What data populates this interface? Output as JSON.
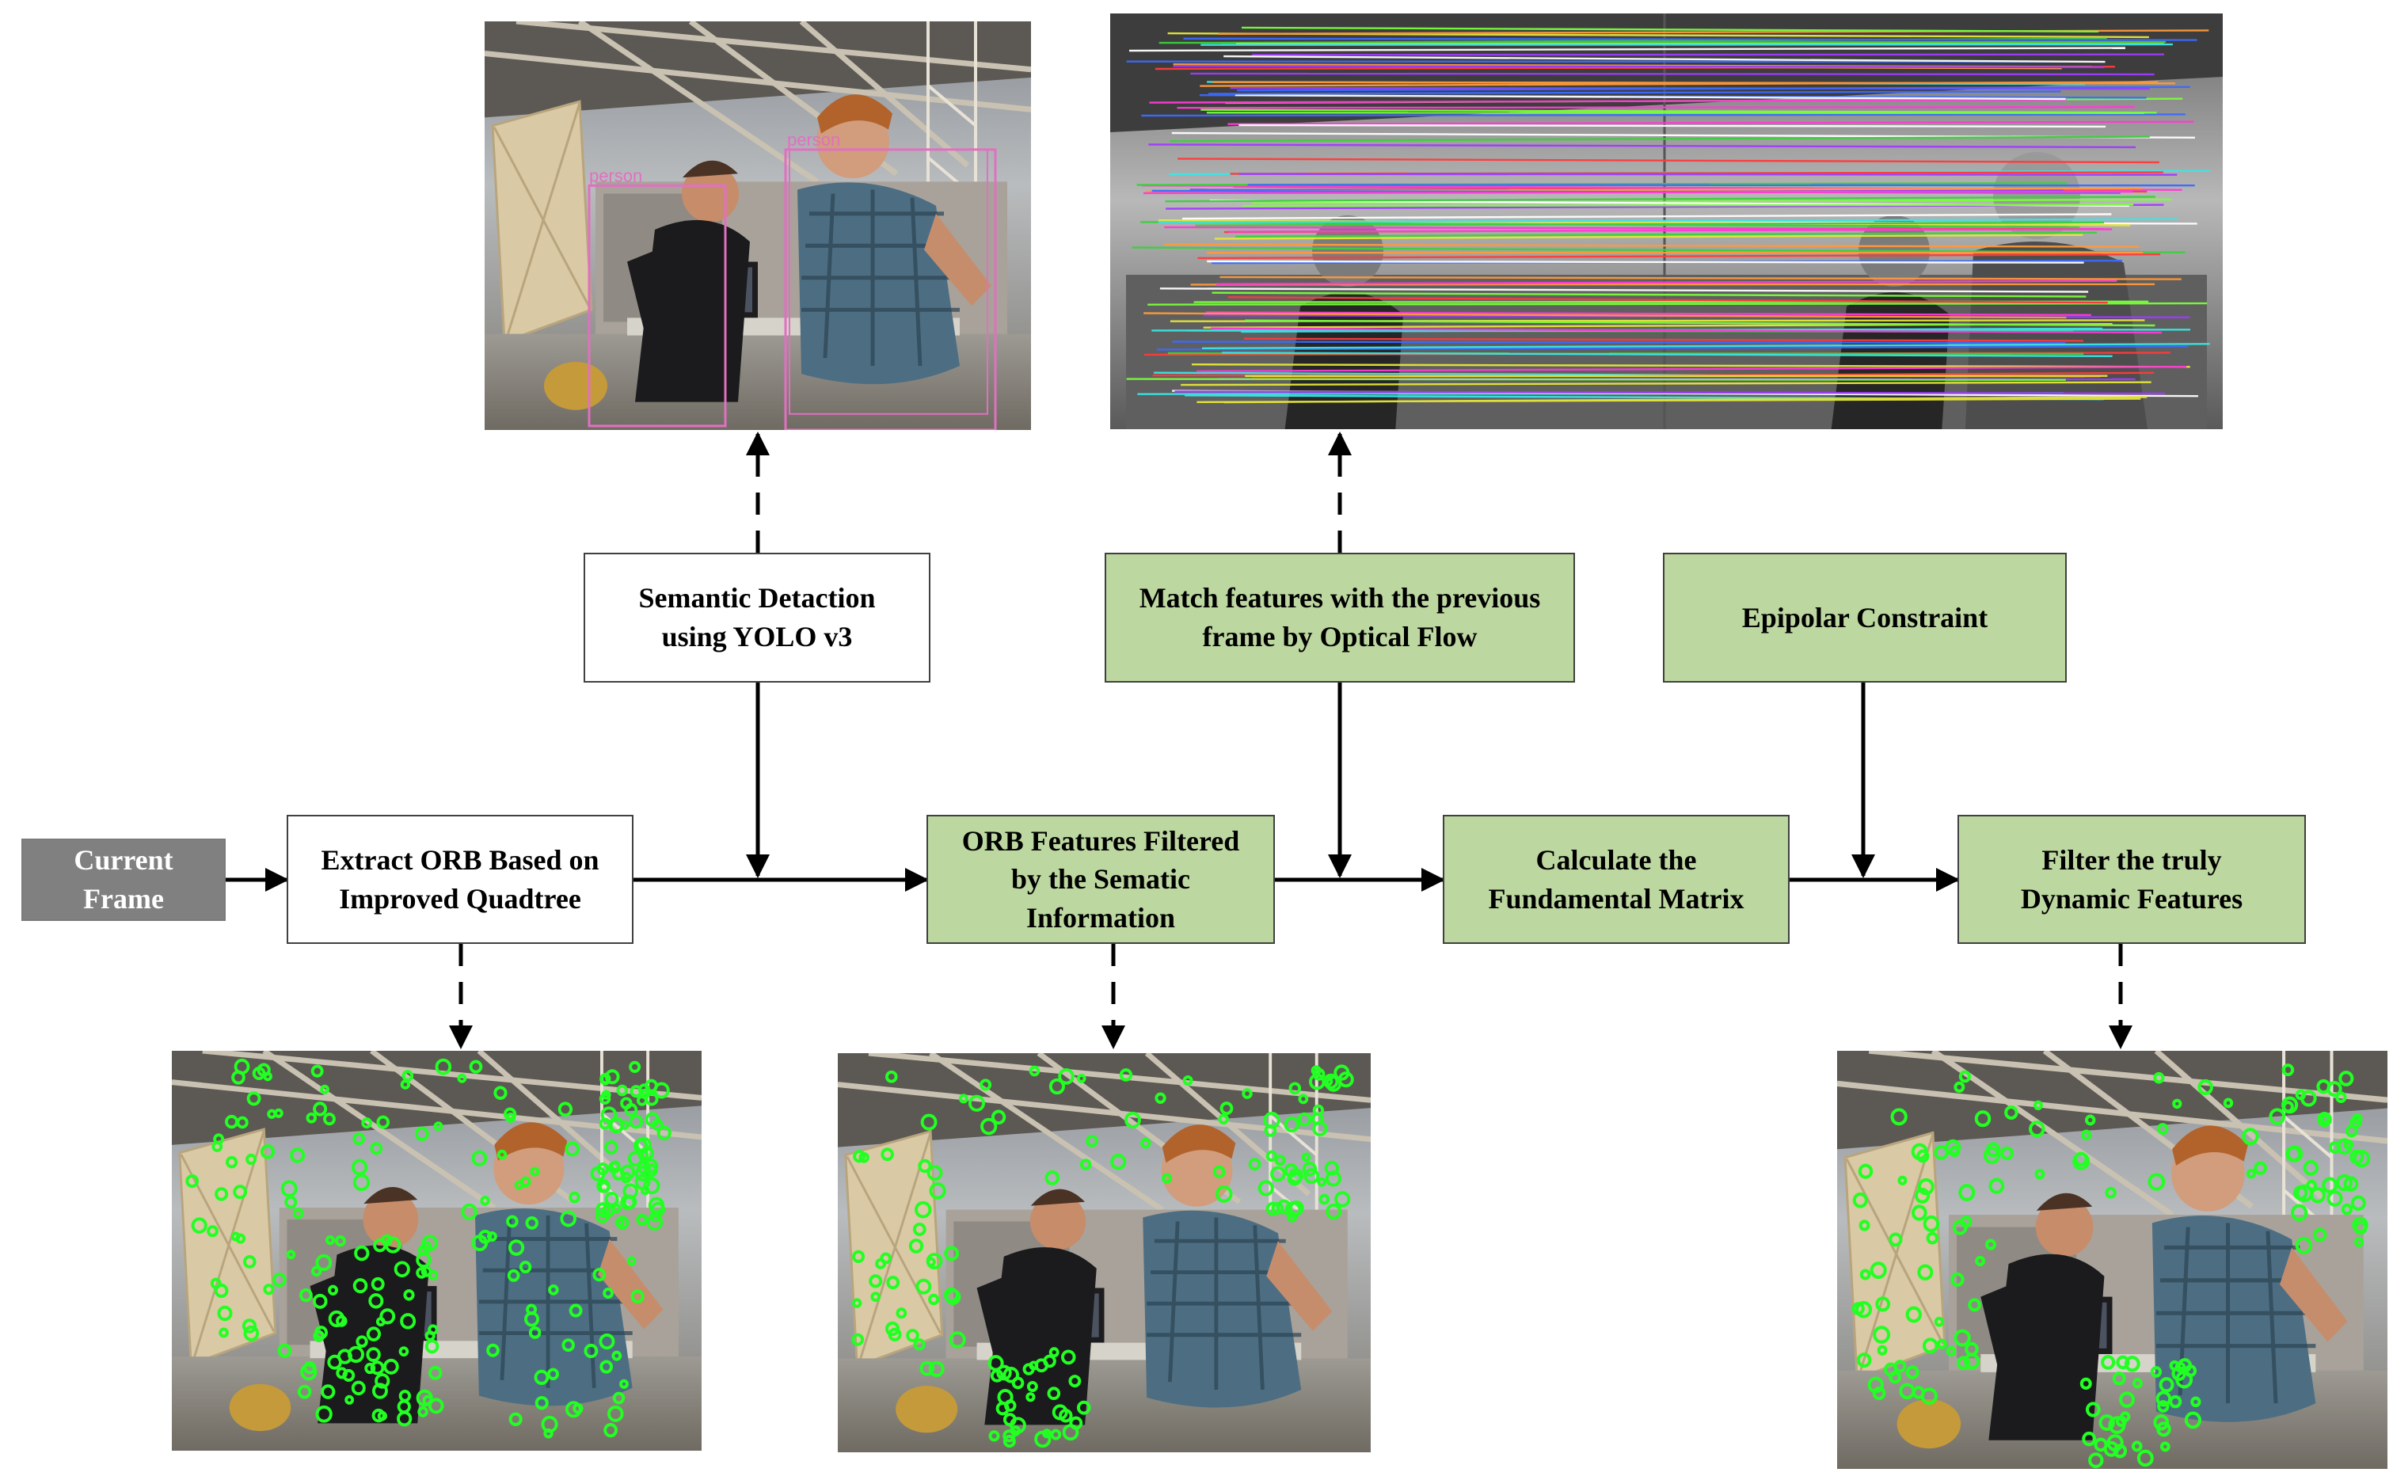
{
  "colors": {
    "green_fill": "#bdd7a0",
    "gray_fill": "#808080",
    "feature_point": "#22ff22",
    "detection_box": "#e070c0",
    "arrow": "#000000"
  },
  "nodes": {
    "current_frame": {
      "lines": [
        "Current",
        "Frame"
      ],
      "style": "gray"
    },
    "extract_orb": {
      "lines": [
        "Extract ORB Based on",
        "Improved Quadtree"
      ],
      "style": "plain"
    },
    "semantic_detection": {
      "lines": [
        "Semantic Detaction",
        "using YOLO v3"
      ],
      "style": "plain"
    },
    "orb_filtered": {
      "lines": [
        "ORB Features Filtered",
        "by the Sematic",
        "Information"
      ],
      "style": "green"
    },
    "match_features": {
      "lines": [
        "Match features with the previous",
        "frame by Optical Flow"
      ],
      "style": "green"
    },
    "calc_fundamental": {
      "lines": [
        "Calculate the",
        "Fundamental Matrix"
      ],
      "style": "green"
    },
    "epipolar": {
      "lines": [
        "Epipolar Constraint"
      ],
      "style": "green"
    },
    "filter_dynamic": {
      "lines": [
        "Filter the truly",
        "Dynamic Features"
      ],
      "style": "green"
    }
  },
  "images": {
    "yolo_result": {
      "icon": "office-scene-detection",
      "labels": [
        "person",
        "person"
      ]
    },
    "optical_flow_result": {
      "icon": "office-scene-optical-flow-matches"
    },
    "orb_all_result": {
      "icon": "office-scene-orb-features"
    },
    "orb_filtered_result": {
      "icon": "office-scene-filtered-features"
    },
    "static_result": {
      "icon": "office-scene-static-features"
    }
  }
}
